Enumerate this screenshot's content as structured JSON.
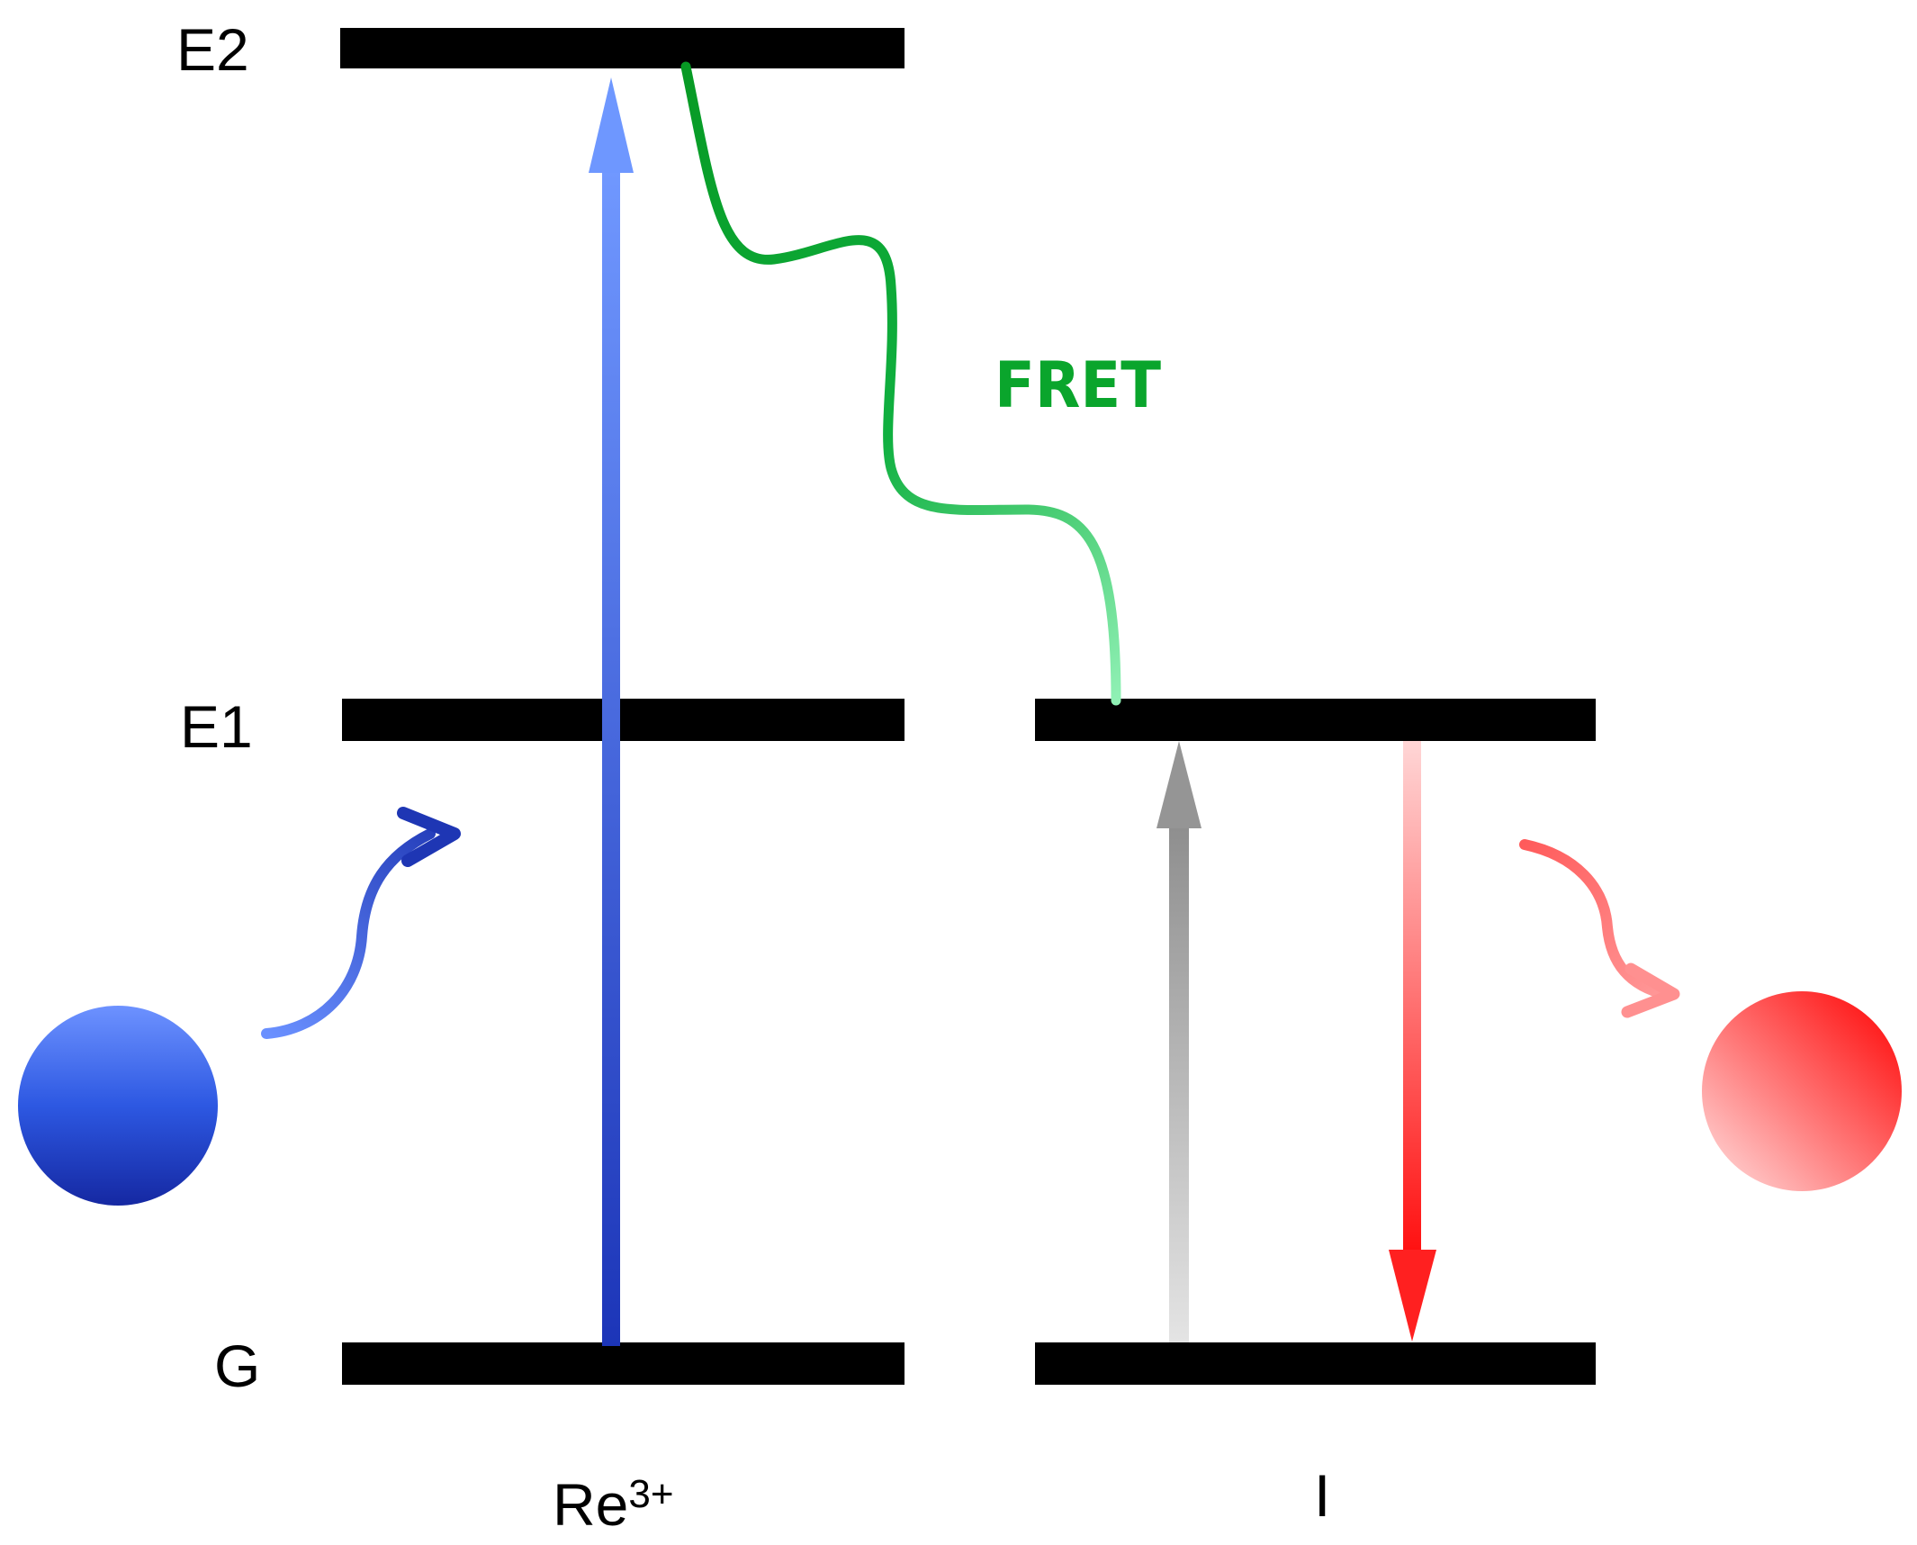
{
  "levels": {
    "e2": "E2",
    "e1": "E1",
    "g": "G"
  },
  "transfer": {
    "label": "FRET"
  },
  "species": {
    "left": {
      "base": "Re",
      "charge": "3+"
    },
    "right": "I"
  },
  "colors": {
    "level_bar": "#000000",
    "excitation": "#2540c8",
    "excitation_light": "#6f94ff",
    "fret": "#0aa52c",
    "fret_light": "#6fe0a0",
    "emission": "#ff1a1a",
    "emission_light": "#ffd0d0",
    "absorption": "#9a9a9a",
    "absorption_light": "#e2e2e2"
  },
  "icons": {
    "incoming_photon": "photon-sphere-icon",
    "outgoing_photon": "photon-sphere-icon"
  }
}
